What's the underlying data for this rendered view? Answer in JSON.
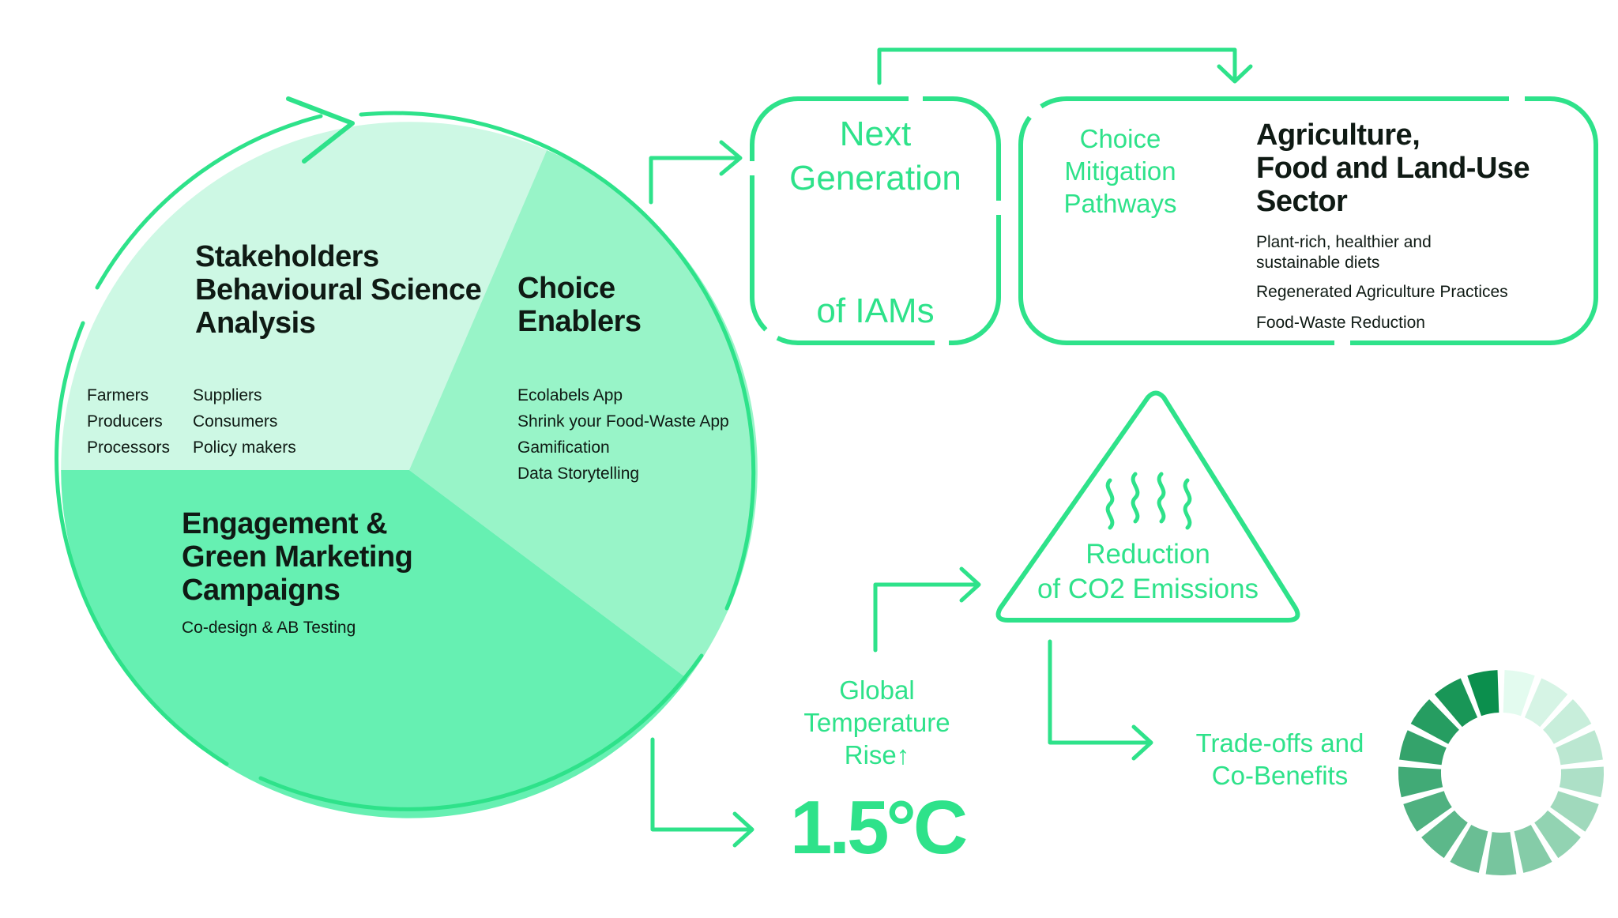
{
  "colors": {
    "accent": "#2ee28a",
    "sector1": "#cdf8e4",
    "sector2": "#98f4c8",
    "sector3": "#66f0b2",
    "text_dark": "#0f1a14",
    "ring_light": "#e3fbef",
    "ring_dark": "#0b8f4d"
  },
  "cycle": {
    "stakeholders": {
      "title_lines": [
        "Stakeholders",
        "Behavioural Science",
        "Analysis"
      ],
      "col1": [
        "Farmers",
        "Producers",
        "Processors"
      ],
      "col2": [
        "Suppliers",
        "Consumers",
        "Policy makers"
      ]
    },
    "choice_enablers": {
      "title_lines": [
        "Choice",
        "Enablers"
      ],
      "items": [
        "Ecolabels App",
        "Shrink your Food-Waste App",
        "Gamification",
        "Data Storytelling"
      ]
    },
    "engagement": {
      "title_lines": [
        "Engagement &",
        "Green Marketing",
        "Campaigns"
      ],
      "subtitle": "Co-design & AB Testing"
    }
  },
  "iams_box": {
    "line1": "Next",
    "line2": "Generation",
    "line3": "of IAMs"
  },
  "agriculture_box": {
    "pathways_lines": [
      "Choice",
      "Mitigation",
      "Pathways"
    ],
    "title_lines": [
      "Agriculture,",
      "Food and Land-Use",
      "Sector"
    ],
    "items": [
      "Plant-rich, healthier and sustainable diets",
      "Regenerated Agriculture Practices",
      "Food-Waste Reduction"
    ]
  },
  "emissions": {
    "icon": "heat-waves-icon",
    "lines": [
      "Reduction",
      "of CO2 Emissions"
    ]
  },
  "temperature": {
    "lines": [
      "Global",
      "Temperature",
      "Rise↑"
    ],
    "value": "1.5°C"
  },
  "tradeoffs": {
    "lines": [
      "Trade-offs and",
      "Co-Benefits"
    ],
    "icon": "sdg-wheel-icon"
  }
}
